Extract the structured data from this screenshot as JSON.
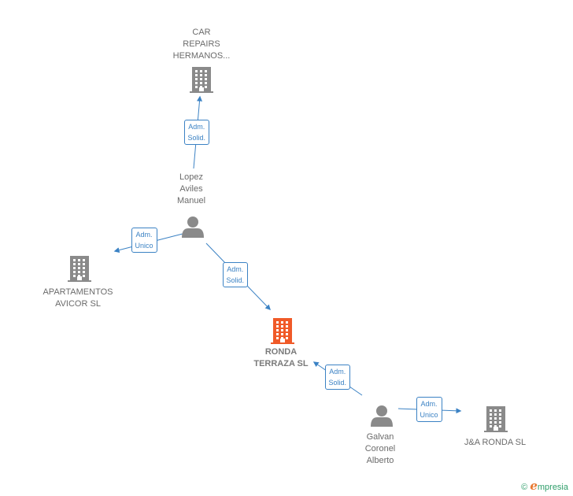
{
  "colors": {
    "edge": "#3b82c4",
    "company": "#8a8a8a",
    "company_main": "#f05a28",
    "person": "#8a8a8a"
  },
  "nodes": [
    {
      "id": "car",
      "type": "company",
      "label": "CAR\nREPAIRS\nHERMANOS..."
    },
    {
      "id": "lopez",
      "type": "person",
      "label": "Lopez\nAviles\nManuel"
    },
    {
      "id": "apartamentos",
      "type": "company",
      "label": "APARTAMENTOS\nAVICOR  SL"
    },
    {
      "id": "ronda",
      "type": "company",
      "label": "RONDA\nTERRAZA  SL",
      "main": true
    },
    {
      "id": "galvan",
      "type": "person",
      "label": "Galvan\nCoronel\nAlberto"
    },
    {
      "id": "ja",
      "type": "company",
      "label": "J&A RONDA  SL"
    }
  ],
  "edges": [
    {
      "id": "e1",
      "from": "lopez",
      "to": "car",
      "label": "Adm.\nSolid."
    },
    {
      "id": "e2",
      "from": "lopez",
      "to": "apartamentos",
      "label": "Adm.\nUnico"
    },
    {
      "id": "e3",
      "from": "lopez",
      "to": "ronda",
      "label": "Adm.\nSolid."
    },
    {
      "id": "e4",
      "from": "galvan",
      "to": "ronda",
      "label": "Adm.\nSolid."
    },
    {
      "id": "e5",
      "from": "galvan",
      "to": "ja",
      "label": "Adm.\nUnico"
    }
  ],
  "footer": {
    "copyright": "©",
    "brand_initial": "e",
    "brand_rest": "mpresia"
  }
}
